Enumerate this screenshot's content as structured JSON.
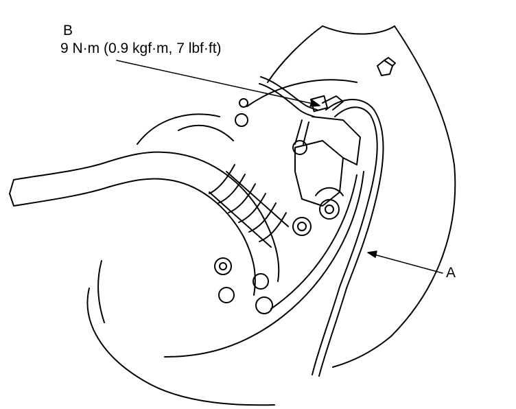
{
  "callouts": {
    "b": {
      "letter": "B",
      "torque": "9 N·m (0.9 kgf·m, 7 lbf·ft)"
    },
    "a": {
      "letter": "A"
    }
  },
  "colors": {
    "line": "#000000",
    "background": "#ffffff"
  }
}
